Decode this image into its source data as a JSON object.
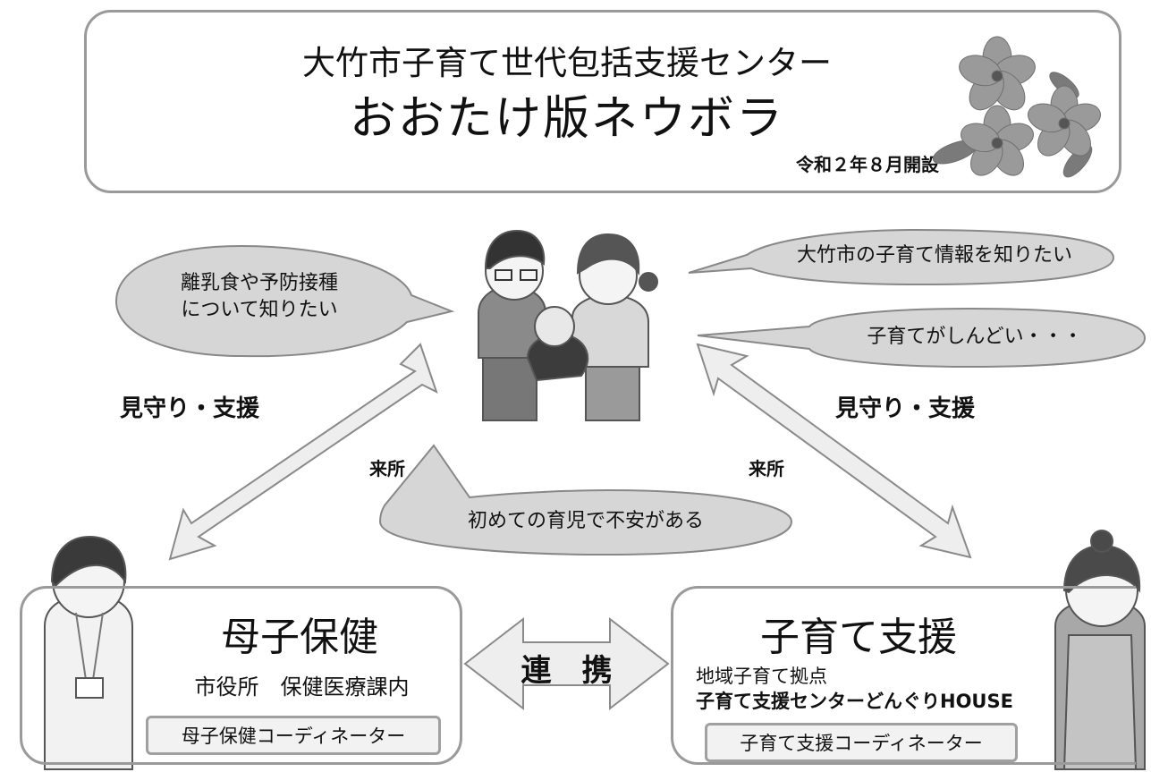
{
  "header": {
    "title": "大竹市子育て世代包括支援センター",
    "subtitle": "おおたけ版ネウボラ",
    "established": "令和２年８月開設"
  },
  "bubbles": {
    "left": "離乳食や予防接種\nについて知りたい",
    "right_top": "大竹市の子育て情報を知りたい",
    "right_mid": "子育てがしんどい・・・",
    "center": "初めての育児で不安がある"
  },
  "labels": {
    "watch_left": "見守り・支援",
    "watch_right": "見守り・支援",
    "visit_left": "来所",
    "visit_right": "来所",
    "link": "連　携"
  },
  "left_panel": {
    "title": "母子保健",
    "location": "市役所　保健医療課内",
    "coordinator": "母子保健コーディネーター"
  },
  "right_panel": {
    "title": "子育て支援",
    "line1": "地域子育て拠点",
    "line2": "子育て支援センターどんぐりHOUSE",
    "coordinator": "子育て支援コーディネーター"
  },
  "colors": {
    "panel_border": "#9a9a9a",
    "bubble_fill": "#d6d6d6",
    "arrow_fill": "#eeeeee",
    "arrow_stroke": "#8a8a8a"
  }
}
